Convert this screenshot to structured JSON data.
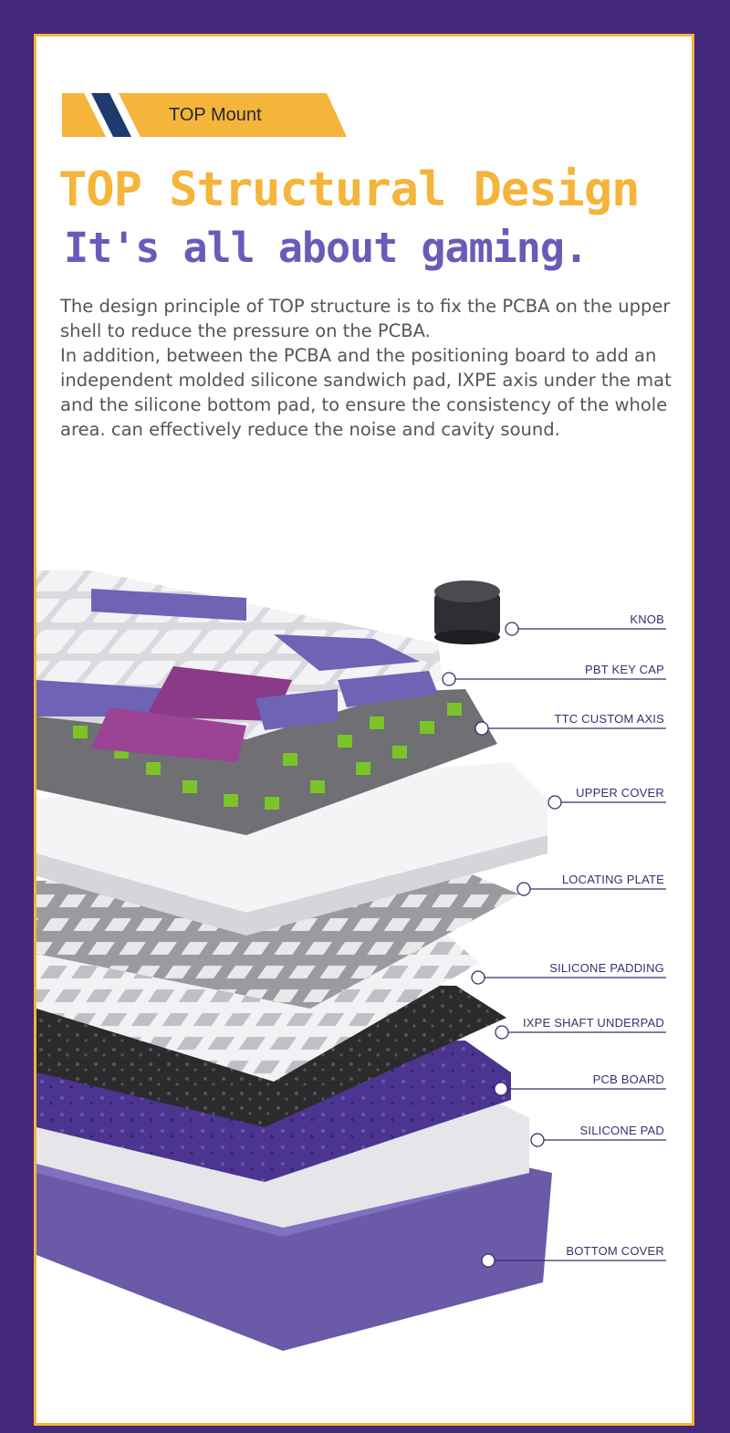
{
  "badge": {
    "label": "TOP Mount"
  },
  "heading": {
    "title": "TOP Structural Design",
    "subtitle": "It's all about gaming."
  },
  "description": [
    "The design principle of TOP structure is to fix the PCBA on the upper shell to reduce the pressure on the PCBA.",
    "In addition, between the PCBA and the positioning board to add an independent molded silicone sandwich pad, IXPE axis under the mat and the silicone bottom pad, to ensure the consistency of the whole area. can effectively reduce the noise and cavity sound."
  ],
  "layers": [
    {
      "label": "KNOB"
    },
    {
      "label": "PBT KEY CAP"
    },
    {
      "label": "TTC CUSTOM AXIS"
    },
    {
      "label": "UPPER COVER"
    },
    {
      "label": "LOCATING PLATE"
    },
    {
      "label": "SILICONE PADDING"
    },
    {
      "label": "IXPE SHAFT UNDERPAD"
    },
    {
      "label": "PCB BOARD"
    },
    {
      "label": "SILICONE PAD"
    },
    {
      "label": "BOTTOM COVER"
    }
  ],
  "colors": {
    "background": "#43287a",
    "frame_border": "#f5b43a",
    "accent_orange": "#f5b43a",
    "accent_purple": "#6b5bb8",
    "navy": "#1f3a6e"
  }
}
